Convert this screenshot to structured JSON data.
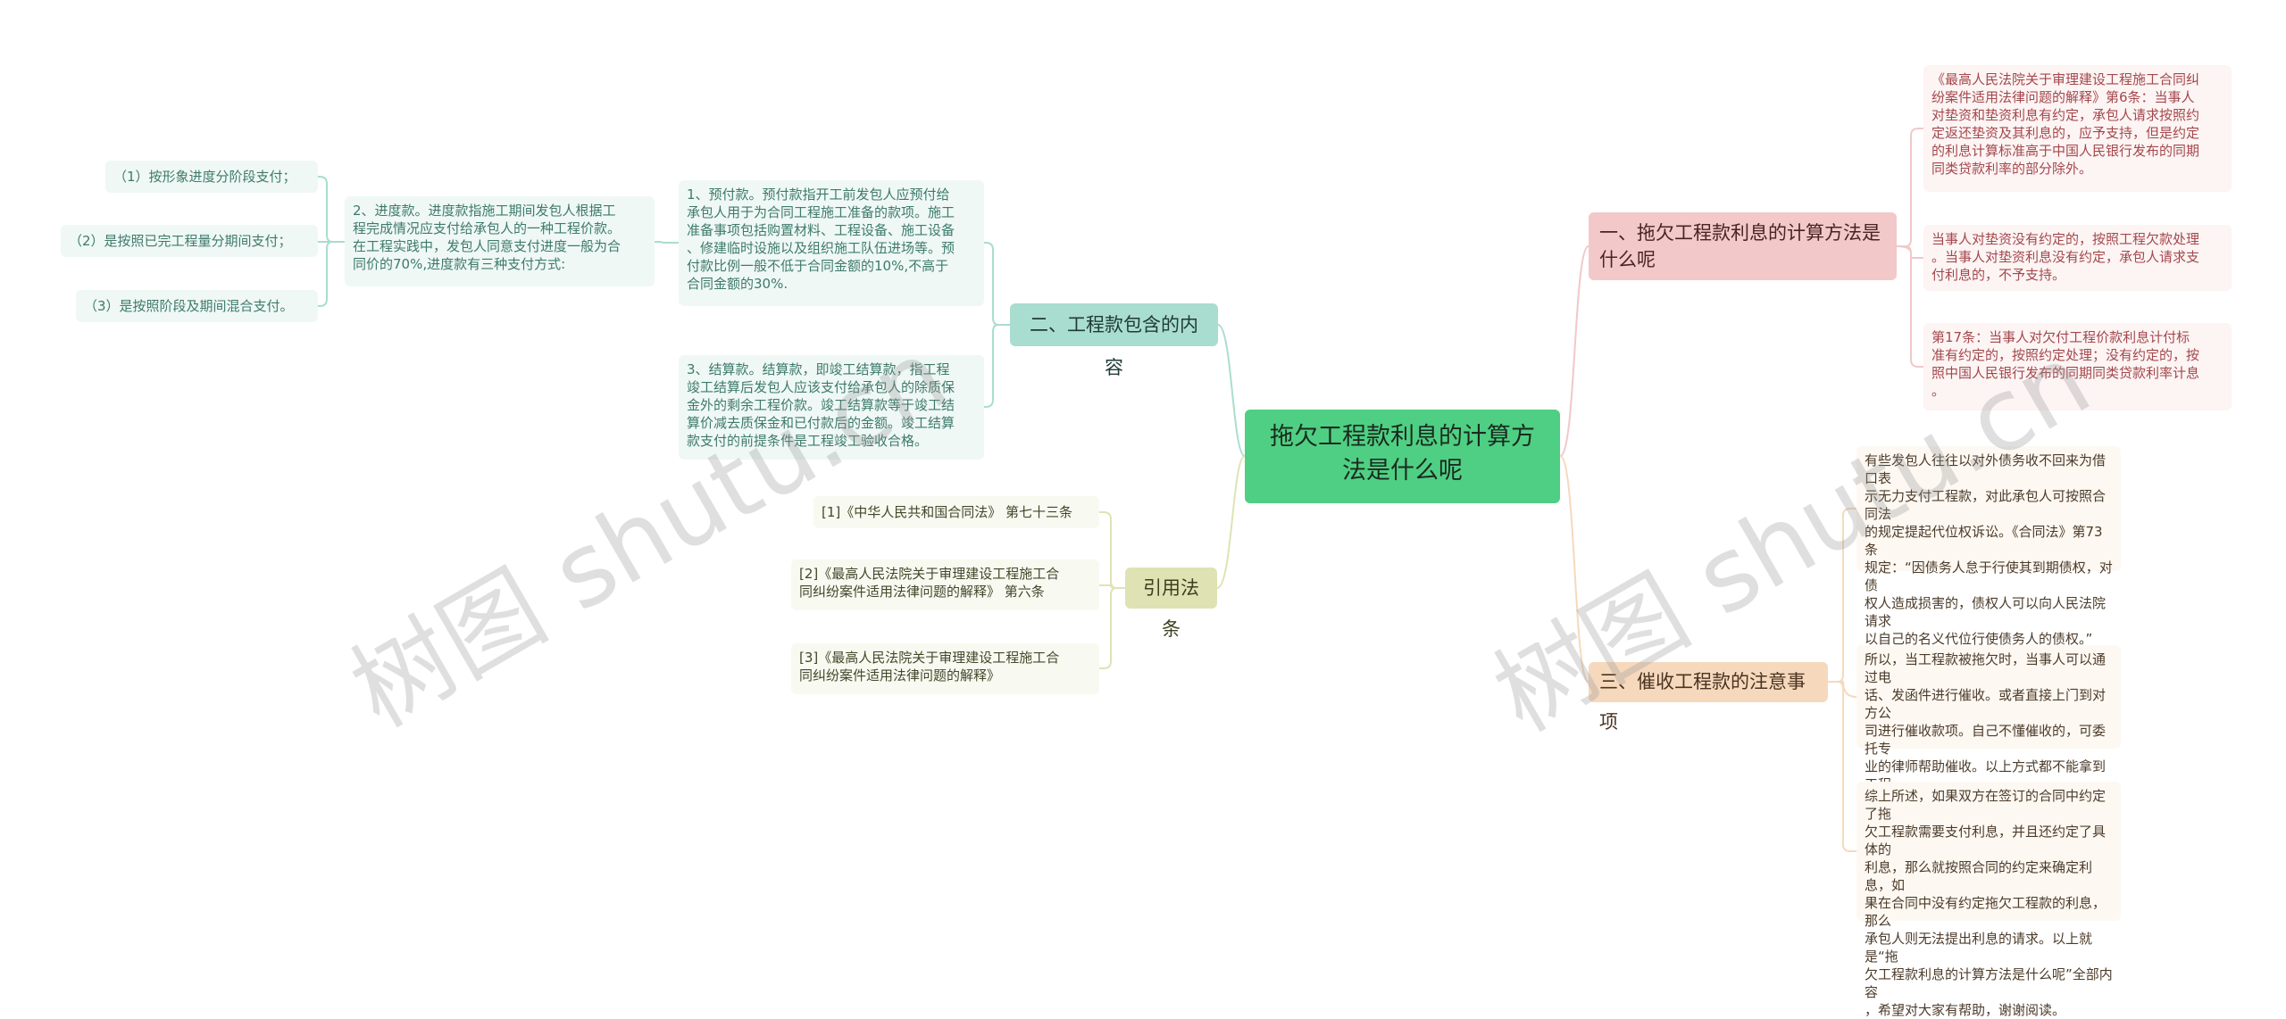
{
  "colors": {
    "root": "#4fcf83",
    "content_branch": "#a9ddd0",
    "law_branch": "#dfe3b4",
    "calc_branch": "#f2c8c9",
    "collect_branch": "#f6d9bd",
    "watermark": "#969696"
  },
  "root": {
    "label": "拖欠工程款利息的计算方\n法是什么呢"
  },
  "branches": {
    "content": {
      "label": "二、工程款包含的内容",
      "advance": "1、预付款。预付款指开工前发包人应预付给\n承包人用于为合同工程施工准备的款项。施工\n准备事项包括购置材料、工程设备、施工设备\n、修建临时设施以及组织施工队伍进场等。预\n付款比例一般不低于合同金额的10%,不高于\n合同金额的30%.",
      "progress": "2、进度款。进度款指施工期间发包人根据工\n程完成情况应支付给承包人的一种工程价款。\n在工程实践中，发包人同意支付进度一般为合\n同价的70%,进度款有三种支付方式:",
      "settlement": "3、结算款。结算款，即竣工结算款，指工程\n竣工结算后发包人应该支付给承包人的除质保\n金外的剩余工程价款。竣工结算款等于竣工结\n算价减去质保金和已付款后的金额。竣工结算\n款支付的前提条件是工程竣工验收合格。",
      "payment_methods": [
        "（1）按形象进度分阶段支付；",
        "（2）是按照已完工程量分期间支付；",
        "（3）是按照阶段及期间混合支付。"
      ]
    },
    "laws": {
      "label": "引用法条",
      "items": [
        "[1]《中华人民共和国合同法》 第七十三条",
        "[2]《最高人民法院关于审理建设工程施工合\n同纠纷案件适用法律问题的解释》 第六条",
        "[3]《最高人民法院关于审理建设工程施工合\n同纠纷案件适用法律问题的解释》"
      ]
    },
    "calc": {
      "label": "一、拖欠工程款利息的计算方法是\n什么呢",
      "items": [
        "《最高人民法院关于审理建设工程施工合同纠\n纷案件适用法律问题的解释》第6条：当事人\n对垫资和垫资利息有约定，承包人请求按照约\n定返还垫资及其利息的，应予支持，但是约定\n的利息计算标准高于中国人民银行发布的同期\n同类贷款利率的部分除外。",
        "当事人对垫资没有约定的，按照工程欠款处理\n。当事人对垫资利息没有约定，承包人请求支\n付利息的，不予支持。",
        "第17条：当事人对欠付工程价款利息计付标\n准有约定的，按照约定处理；没有约定的，按\n照中国人民银行发布的同期同类贷款利率计息\n。"
      ]
    },
    "collect": {
      "label": "三、催收工程款的注意事项",
      "items": [
        "有些发包人往往以对外债务收不回来为借口表\n示无力支付工程款，对此承包人可按照合同法\n的规定提起代位权诉讼。《合同法》第73条\n规定：“因债务人怠于行使其到期债权，对债\n权人造成损害的，债权人可以向人民法院请求\n以自己的名义代位行使债务人的债权。”",
        "所以，当工程款被拖欠时，当事人可以通过电\n话、发函件进行催收。或者直接上门到对方公\n司进行催收款项。自己不懂催收的，可委托专\n业的律师帮助催收。以上方式都不能拿到工程\n款时，当事人可以直接向法院起诉，提供担保\n冻结对方资产。最后一种方法就是通过媒体曝\n光施工方，从而进行催收款项。",
        "综上所述，如果双方在签订的合同中约定了拖\n欠工程款需要支付利息，并且还约定了具体的\n利息，那么就按照合同的约定来确定利息，如\n果在合同中没有约定拖欠工程款的利息，那么\n承包人则无法提出利息的请求。以上就是“拖\n欠工程款利息的计算方法是什么呢”全部内容\n，希望对大家有帮助，谢谢阅读。"
      ]
    }
  },
  "watermark": {
    "text": "树图 shutu.cn"
  }
}
